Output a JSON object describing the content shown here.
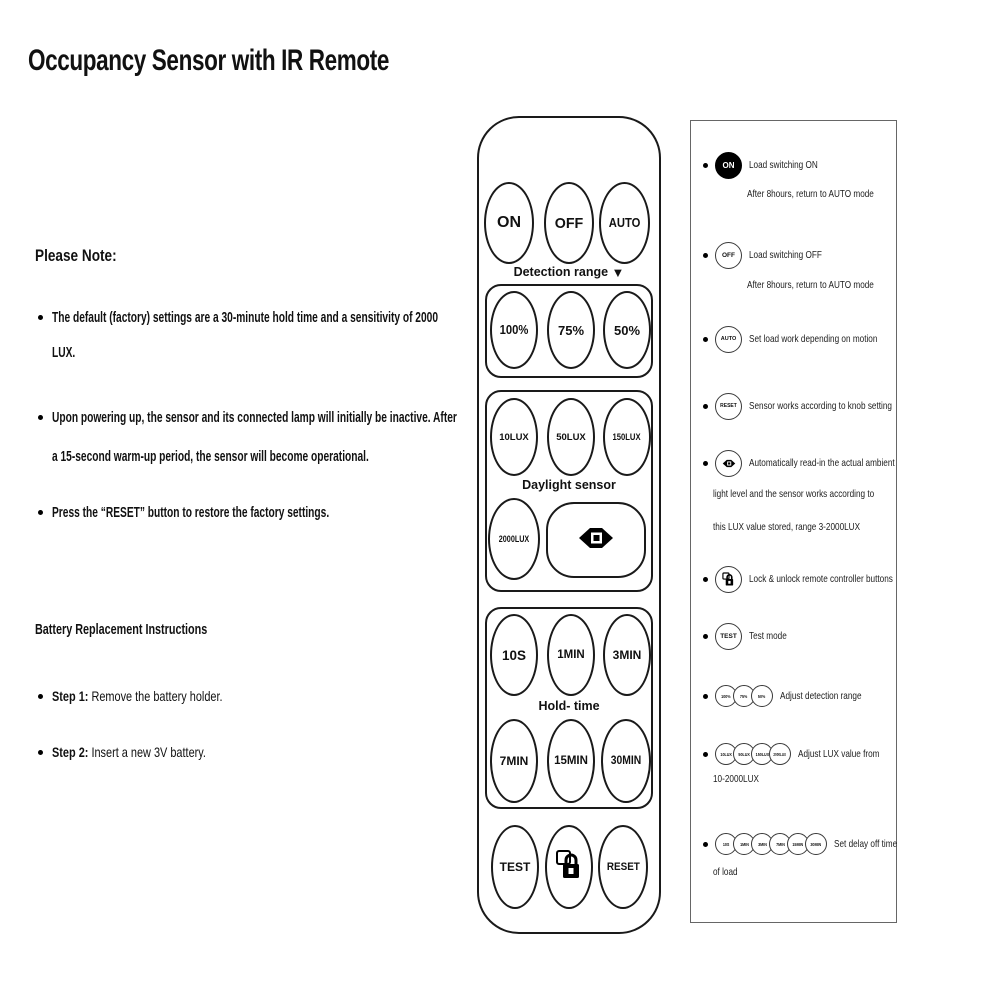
{
  "page": {
    "title": "Occupancy Sensor with IR Remote"
  },
  "notes": {
    "heading": "Please Note:",
    "b1_l1": "The default (factory) settings are a 30-minute hold time and a sensitivity of 2000",
    "b1_l2": "LUX.",
    "b2_l1": "Upon powering up, the sensor and its connected lamp will initially be inactive. After",
    "b2_l2": "a 15-second warm-up period, the sensor will become operational.",
    "b3": "Press the “RESET” button to restore the factory settings."
  },
  "battery": {
    "heading": "Battery Replacement Instructions",
    "step1_label": "Step 1:",
    "step1_text": " Remove the battery holder.",
    "step2_label": "Step 2:",
    "step2_text": " Insert a new 3V battery."
  },
  "remote": {
    "on": "ON",
    "off": "OFF",
    "auto": "AUTO",
    "detection_label": "Detection range",
    "detection_arrow": "▼",
    "r100": "100%",
    "r75": "75%",
    "r50": "50%",
    "lux10": "10LUX",
    "lux50": "50LUX",
    "lux150": "150LUX",
    "lux2000": "2000LUX",
    "daylight_label": "Daylight sensor",
    "h10s": "10S",
    "h1min": "1MIN",
    "h3min": "3MIN",
    "hold_label": "Hold- time",
    "h7min": "7MIN",
    "h15min": "15MIN",
    "h30min": "30MIN",
    "test": "TEST",
    "reset": "RESET"
  },
  "legend": {
    "i1": {
      "icon": "ON",
      "text": "Load switching ON",
      "sub": "After 8hours, return to AUTO mode"
    },
    "i2": {
      "icon": "OFF",
      "text": "Load switching OFF",
      "sub": "After 8hours, return to AUTO mode"
    },
    "i3": {
      "icon": "AUTO",
      "text": "Set load work depending on motion"
    },
    "i4": {
      "icon": "RESET",
      "text": "Sensor works according to knob setting"
    },
    "i5": {
      "l1": "Automatically read-in the actual ambient",
      "l2": "light level and the sensor works according to",
      "l3": "this LUX value stored, range 3-2000LUX"
    },
    "i6": {
      "text": "Lock & unlock remote controller buttons"
    },
    "i7": {
      "icon": "TEST",
      "text": "Test mode"
    },
    "i8": {
      "a": "100%",
      "b": "75%",
      "c": "50%",
      "text": "Adjust detection range"
    },
    "i9": {
      "a": "10LUX",
      "b": "50LUX",
      "c": "150LUX",
      "d": "2000LUX",
      "text": "Adjust LUX value from",
      "sub": "10-2000LUX"
    },
    "i10": {
      "a": "10S",
      "b": "1MIN",
      "c": "3MIN",
      "d": "7MIN",
      "e": "15MIN",
      "f": "30MIN",
      "text": "Set delay off time",
      "sub": "of load"
    }
  },
  "colors": {
    "ink": "#111111",
    "panel_border": "#666666",
    "button_fill": "#ffffff",
    "filled_icon": "#000000"
  }
}
